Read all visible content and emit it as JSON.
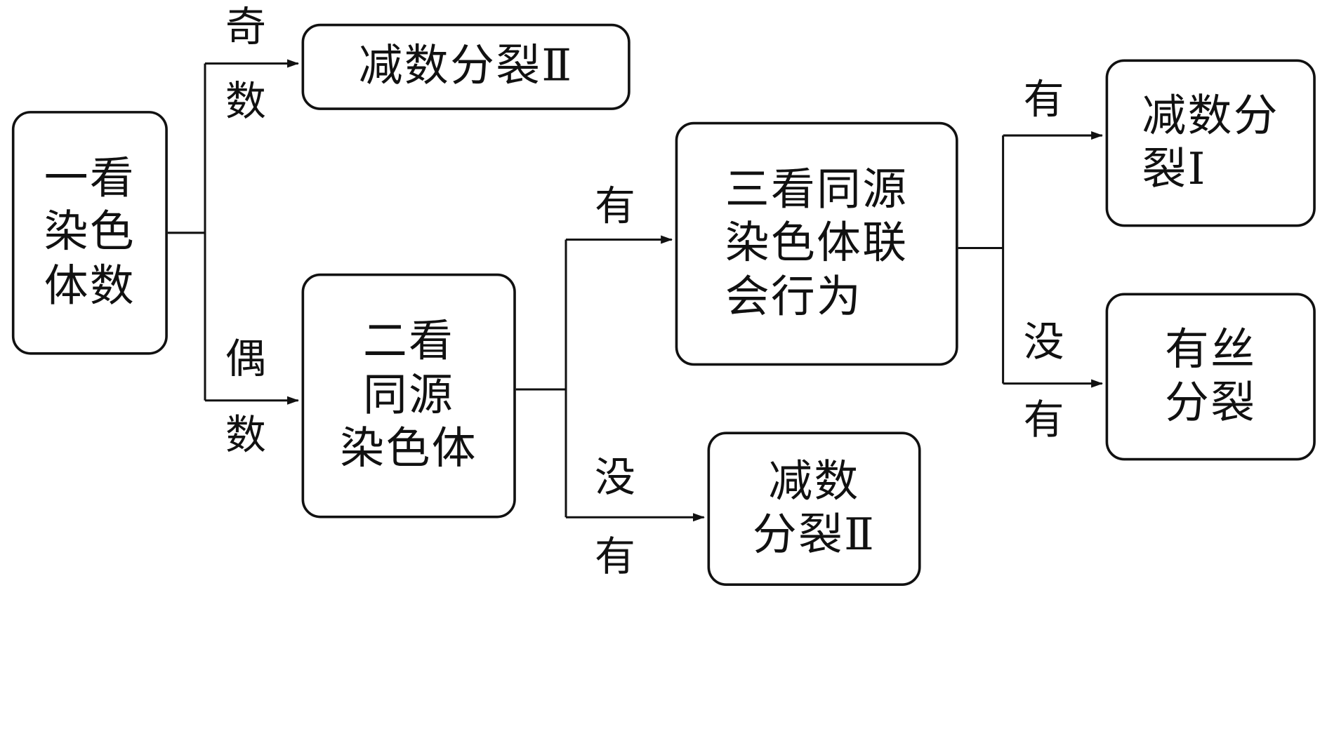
{
  "boxes": {
    "look1": "一看\n染色\n体数",
    "meiosis2_top": "减数分裂Ⅱ",
    "look2": "二看\n同源\n染色体",
    "look3": "三看同源\n染色体联\n会行为",
    "meiosis2_bottom": "减数\n分裂Ⅱ",
    "meiosis1": "减数分\n裂Ⅰ",
    "mitosis": "有丝\n分裂"
  },
  "labels": {
    "odd_1": "奇",
    "odd_2": "数",
    "even_1": "偶",
    "even_2": "数",
    "have_mid": "有",
    "none_mid_1": "没",
    "none_mid_2": "有",
    "have_right": "有",
    "none_right_1": "没",
    "none_right_2": "有"
  }
}
